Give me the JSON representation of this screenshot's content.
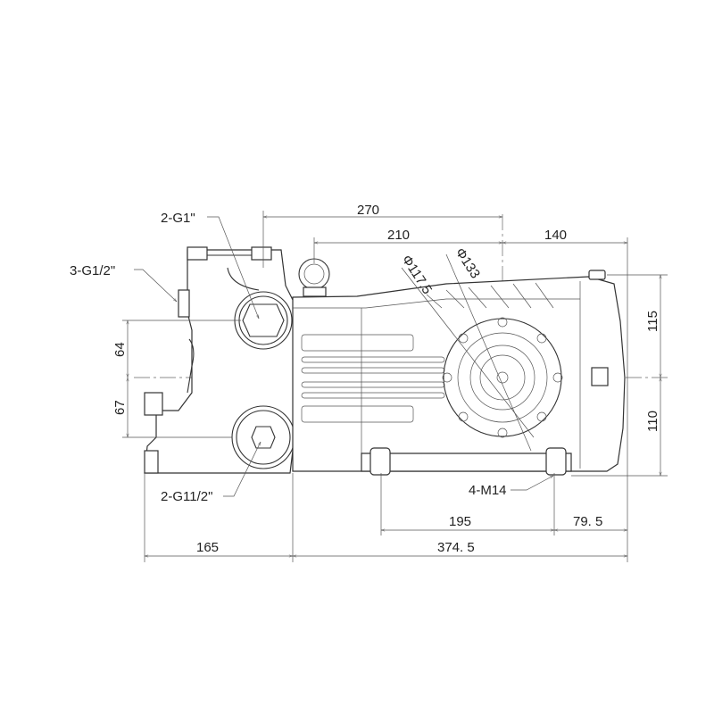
{
  "drawing": {
    "dimensions": {
      "d270": "270",
      "d210": "210",
      "d140": "140",
      "d115": "115",
      "d110": "110",
      "d64": "64",
      "d67": "67",
      "d195": "195",
      "d79_5": "79. 5",
      "d165": "165",
      "d374_5": "374. 5",
      "phi117_5": "Φ117.5",
      "phi133": "Φ133"
    },
    "callouts": {
      "outlet": "2-G1\"",
      "ports": "3-G1/2\"",
      "inlet": "2-G11/2\"",
      "mounting": "4-M14"
    }
  }
}
